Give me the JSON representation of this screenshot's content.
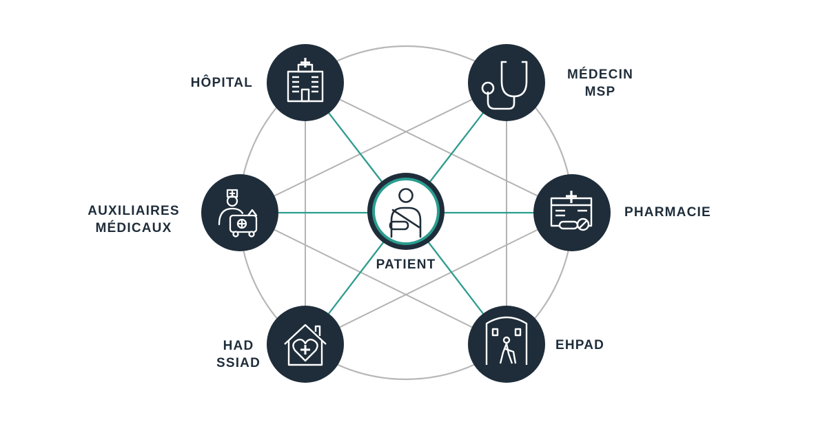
{
  "center": {
    "label": "PATIENT"
  },
  "nodes": [
    {
      "id": "hopital",
      "label": "HÔPITAL",
      "icon": "hospital-building-icon"
    },
    {
      "id": "medecin",
      "label": "MÉDECIN\nMSP",
      "icon": "stethoscope-icon"
    },
    {
      "id": "pharmacie",
      "label": "PHARMACIE",
      "icon": "pharmacy-icon"
    },
    {
      "id": "ehpad",
      "label": "EHPAD",
      "icon": "elderly-care-home-icon"
    },
    {
      "id": "had",
      "label": "HAD\nSSIAD",
      "icon": "home-care-heart-icon"
    },
    {
      "id": "auxiliaires",
      "label": "AUXILIAIRES\nMÉDICAUX",
      "icon": "nurse-ambulance-icon"
    }
  ],
  "colors": {
    "node_fill": "#1f2d3a",
    "accent": "#2a9d8f",
    "ring_line": "#b3b3b3",
    "label_text": "#1f2d3a"
  }
}
